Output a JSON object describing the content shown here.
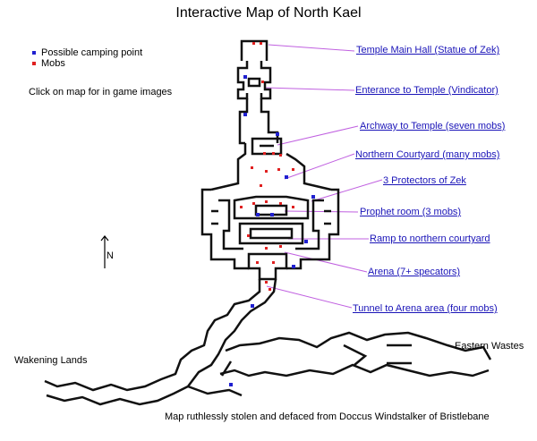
{
  "title": "Interactive Map of North Kael",
  "legend": {
    "camp_label": "Possible camping point",
    "camp_color": "#2020d0",
    "mob_label": "Mobs",
    "mob_color": "#e02020"
  },
  "hint": "Click on map for in game images",
  "locations": [
    "Temple Main Hall (Statue of Zek)",
    "Enterance to Temple (Vindicator)",
    "Archway to Temple (seven mobs)",
    "Northern Courtyard (many mobs)",
    "3 Protectors of Zek",
    "Prophet room (3 mobs)",
    "Ramp to northern courtyard",
    "Arena (7+ specators)",
    "Tunnel to Arena area (four mobs)"
  ],
  "places": {
    "west": "Wakening Lands",
    "east": "Eastern Wastes"
  },
  "compass": "N",
  "credit": "Map ruthlessly stolen and defaced from Doccus Windstalker of Bristlebane",
  "colors": {
    "link": "#1a14b8",
    "leader": "#c060e0"
  }
}
